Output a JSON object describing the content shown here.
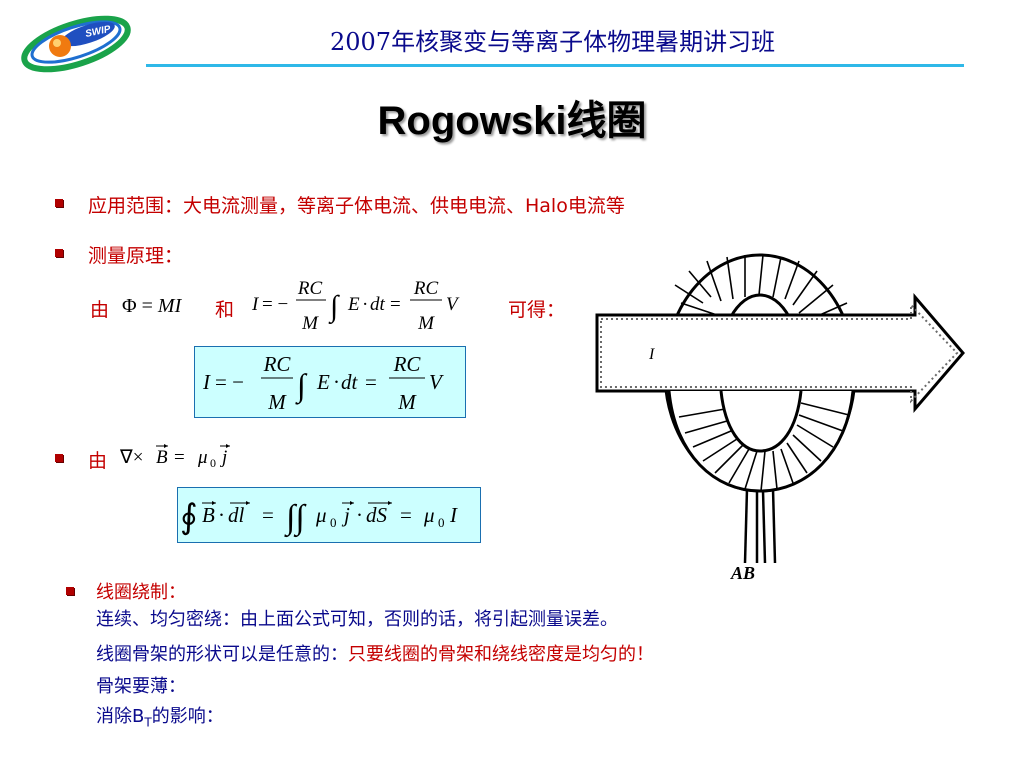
{
  "header": {
    "logo_text": "SWIP",
    "title": "2007年核聚变与等离子体物理暑期讲习班"
  },
  "slide": {
    "title": "Rogowski线圈"
  },
  "bullets": {
    "scope": "应用范围：大电流测量，等离子体电流、供电电流、Halo电流等",
    "principle": "测量原理：",
    "from_prefix": "由",
    "and_word": "和",
    "obtain": "可得：",
    "from2": "由"
  },
  "figure": {
    "current_label": "I",
    "terminals": "AB"
  },
  "coil": {
    "heading": "线圈绕制：",
    "line1": "连续、均匀密绕：由上面公式可知，否则的话，将引起测量误差。",
    "line2_a": "线圈骨架的形状可以是任意的：",
    "line2_b": "只要线圈的骨架和绕线密度是均匀的！",
    "line3": "骨架要薄：",
    "line4_a": "消除B",
    "line4_sub": "T",
    "line4_b": "的影响："
  },
  "colors": {
    "navy": "#0a0a8c",
    "red": "#c40000",
    "accent_rule": "#2fb8e8",
    "eq_box_bg": "#ccffff"
  }
}
